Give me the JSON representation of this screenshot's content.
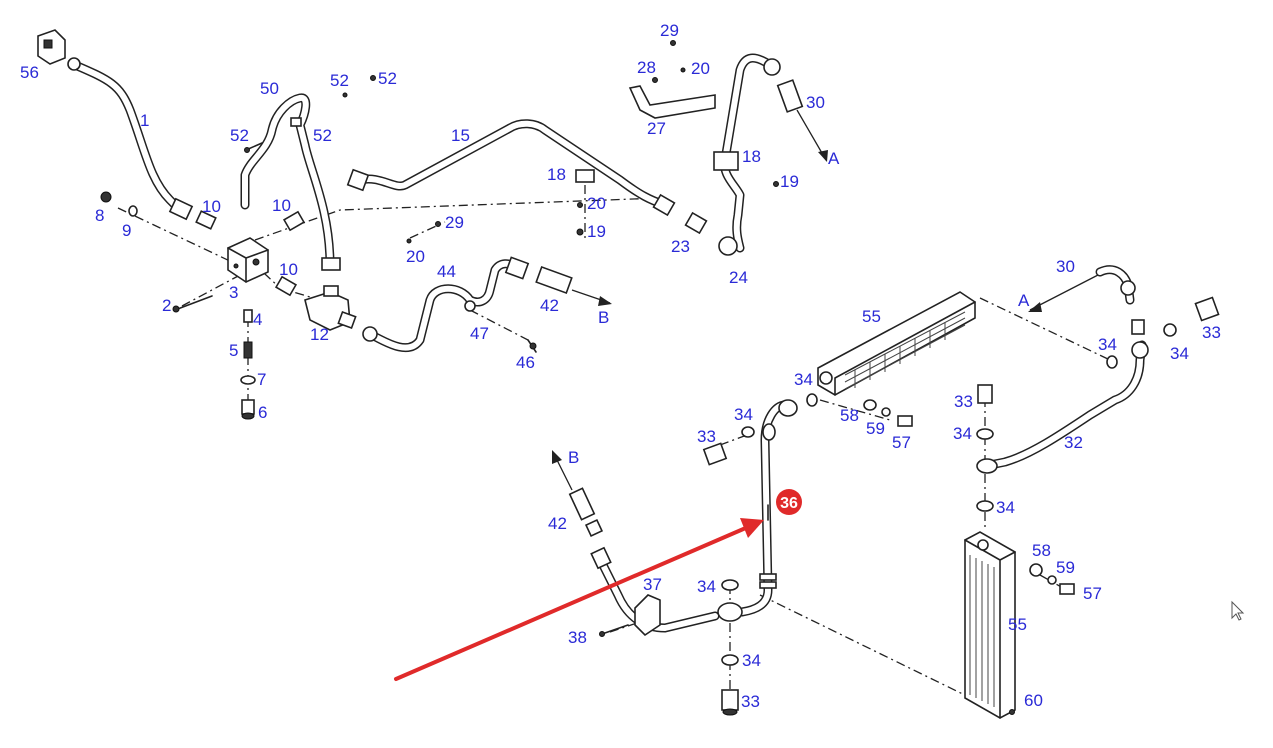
{
  "colors": {
    "callout_text": "#2a2ad6",
    "highlight_marker": "#e02a2a",
    "pointer_arrow": "#e02a2a",
    "line_art": "#222222"
  },
  "highlight": {
    "label": "36"
  },
  "direction_labels": {
    "a": "A",
    "b": "B"
  },
  "callouts": {
    "c56": "56",
    "c1": "1",
    "c50": "50",
    "c52a": "52",
    "c52b": "52",
    "c52c": "52",
    "c52d": "52",
    "c15": "15",
    "c29a": "29",
    "c28": "28",
    "c20a": "20",
    "c30a": "30",
    "c27": "27",
    "c18a": "18",
    "c19a": "19",
    "c18b": "18",
    "c20b": "20",
    "c19b": "19",
    "c23": "23",
    "c24": "24",
    "c8": "8",
    "c9": "9",
    "c10a": "10",
    "c10b": "10",
    "c29b": "29",
    "c20c": "20",
    "c10c": "10",
    "c44": "44",
    "c2": "2",
    "c3": "3",
    "c42a": "42",
    "c12": "12",
    "c47": "47",
    "c46": "46",
    "c4": "4",
    "c5": "5",
    "c7": "7",
    "c6": "6",
    "c55a": "55",
    "c30b": "30",
    "c34a": "34",
    "c34b": "34",
    "c33a": "33",
    "c34c": "34",
    "c34d": "34",
    "c58a": "58",
    "c59a": "59",
    "c57a": "57",
    "c33b": "33",
    "c34e": "34",
    "c32": "32",
    "c33c": "33",
    "c42b": "42",
    "c34f": "34",
    "c58b": "58",
    "c59b": "59",
    "c57b": "57",
    "c37": "37",
    "c34g": "34",
    "c55b": "55",
    "c38": "38",
    "c34h": "34",
    "c33d": "33",
    "c60": "60"
  }
}
